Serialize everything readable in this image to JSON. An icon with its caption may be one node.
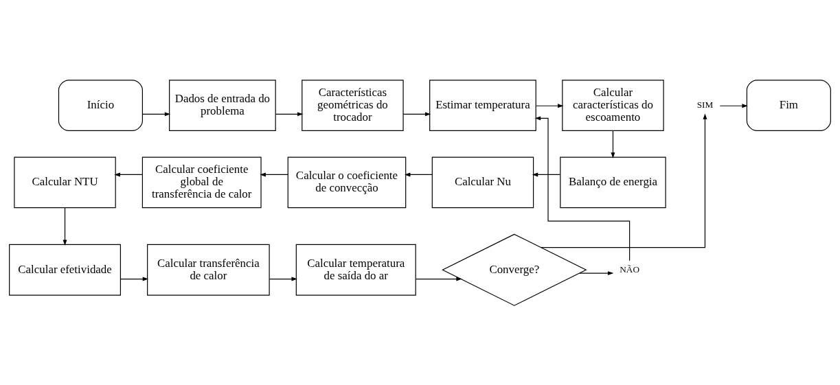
{
  "diagram": {
    "nodes": [
      {
        "text": [
          "Início"
        ]
      },
      {
        "text": [
          "Dados de entrada do problema"
        ]
      },
      {
        "text": [
          "Características geométricas do trocador"
        ]
      },
      {
        "text": [
          "Estimar temperatura"
        ]
      },
      {
        "text": [
          "Calcular características do escoamento"
        ]
      },
      {
        "text": [
          "Balanço de energia"
        ]
      },
      {
        "text": [
          "Calcular Nu"
        ]
      },
      {
        "text": [
          "Calcular o coeficiente de convecção"
        ]
      },
      {
        "text": [
          "Calcular coeficiente global de transferência de calor"
        ]
      },
      {
        "text": [
          "Calcular NTU"
        ]
      },
      {
        "text": [
          "Calcular efetividade"
        ]
      },
      {
        "text": [
          "Calcular transferência de calor"
        ]
      },
      {
        "text": [
          "Calcular temperatura de saída do ar"
        ]
      },
      {
        "text": [
          "Converge?"
        ]
      },
      {
        "text": [
          "NÃO"
        ]
      },
      {
        "text": [
          "SIM"
        ]
      },
      {
        "text": [
          "Fim"
        ]
      }
    ],
    "edges": [
      {
        "from": 0,
        "to": 1,
        "arrow": "to"
      },
      {
        "from": 1,
        "to": 2,
        "arrow": "to"
      },
      {
        "from": 2,
        "to": 3,
        "arrow": "to"
      },
      {
        "from": 3,
        "to": 4,
        "arrow": "to"
      },
      {
        "from": 4,
        "to": 5,
        "arrow": "to"
      },
      {
        "from": 5,
        "to": 6,
        "arrow": "to"
      },
      {
        "from": 6,
        "to": 7,
        "arrow": "to"
      },
      {
        "from": 7,
        "to": 8,
        "arrow": "to"
      },
      {
        "from": 8,
        "to": 9,
        "arrow": "to"
      },
      {
        "from": 9,
        "to": 10,
        "arrow": "to"
      },
      {
        "from": 10,
        "to": 11,
        "arrow": "to"
      },
      {
        "from": 11,
        "to": 12,
        "arrow": "to"
      },
      {
        "from": 12,
        "to": 13,
        "arrow": "to"
      },
      {
        "from": 13,
        "to": 14,
        "arrow": "to"
      },
      {
        "from": 14,
        "to": 3,
        "arrow": "to"
      },
      {
        "from": 13,
        "to": 15,
        "arrow": "to"
      },
      {
        "from": 15,
        "to": 16,
        "arrow": "to"
      }
    ]
  }
}
